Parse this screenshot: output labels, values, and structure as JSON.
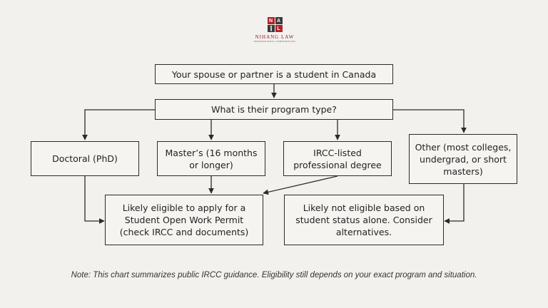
{
  "logo": {
    "cells": [
      "N",
      "A",
      "",
      "L"
    ],
    "name": "NIHANG LAW",
    "subtitle": "PROFESSIONAL CORPORATION"
  },
  "nodes": {
    "start": "Your spouse or partner is a student in Canada",
    "question": "What is their program type?",
    "doctoral": "Doctoral (PhD)",
    "masters": "Master’s (16 months or longer)",
    "professional": "IRCC-listed professional degree",
    "other": "Other (most colleges, undergrad, or short masters)",
    "eligible": "Likely eligible to apply for a Student Open Work Permit (check IRCC and documents)",
    "not_eligible": "Likely not eligible based on student status alone. Consider alternatives."
  },
  "note": "Note: This chart summarizes public IRCC guidance. Eligibility still depends on your exact program and situation.",
  "colors": {
    "background": "#f3f1ee",
    "border": "#2b2b2b",
    "brand_red": "#b3202a"
  }
}
